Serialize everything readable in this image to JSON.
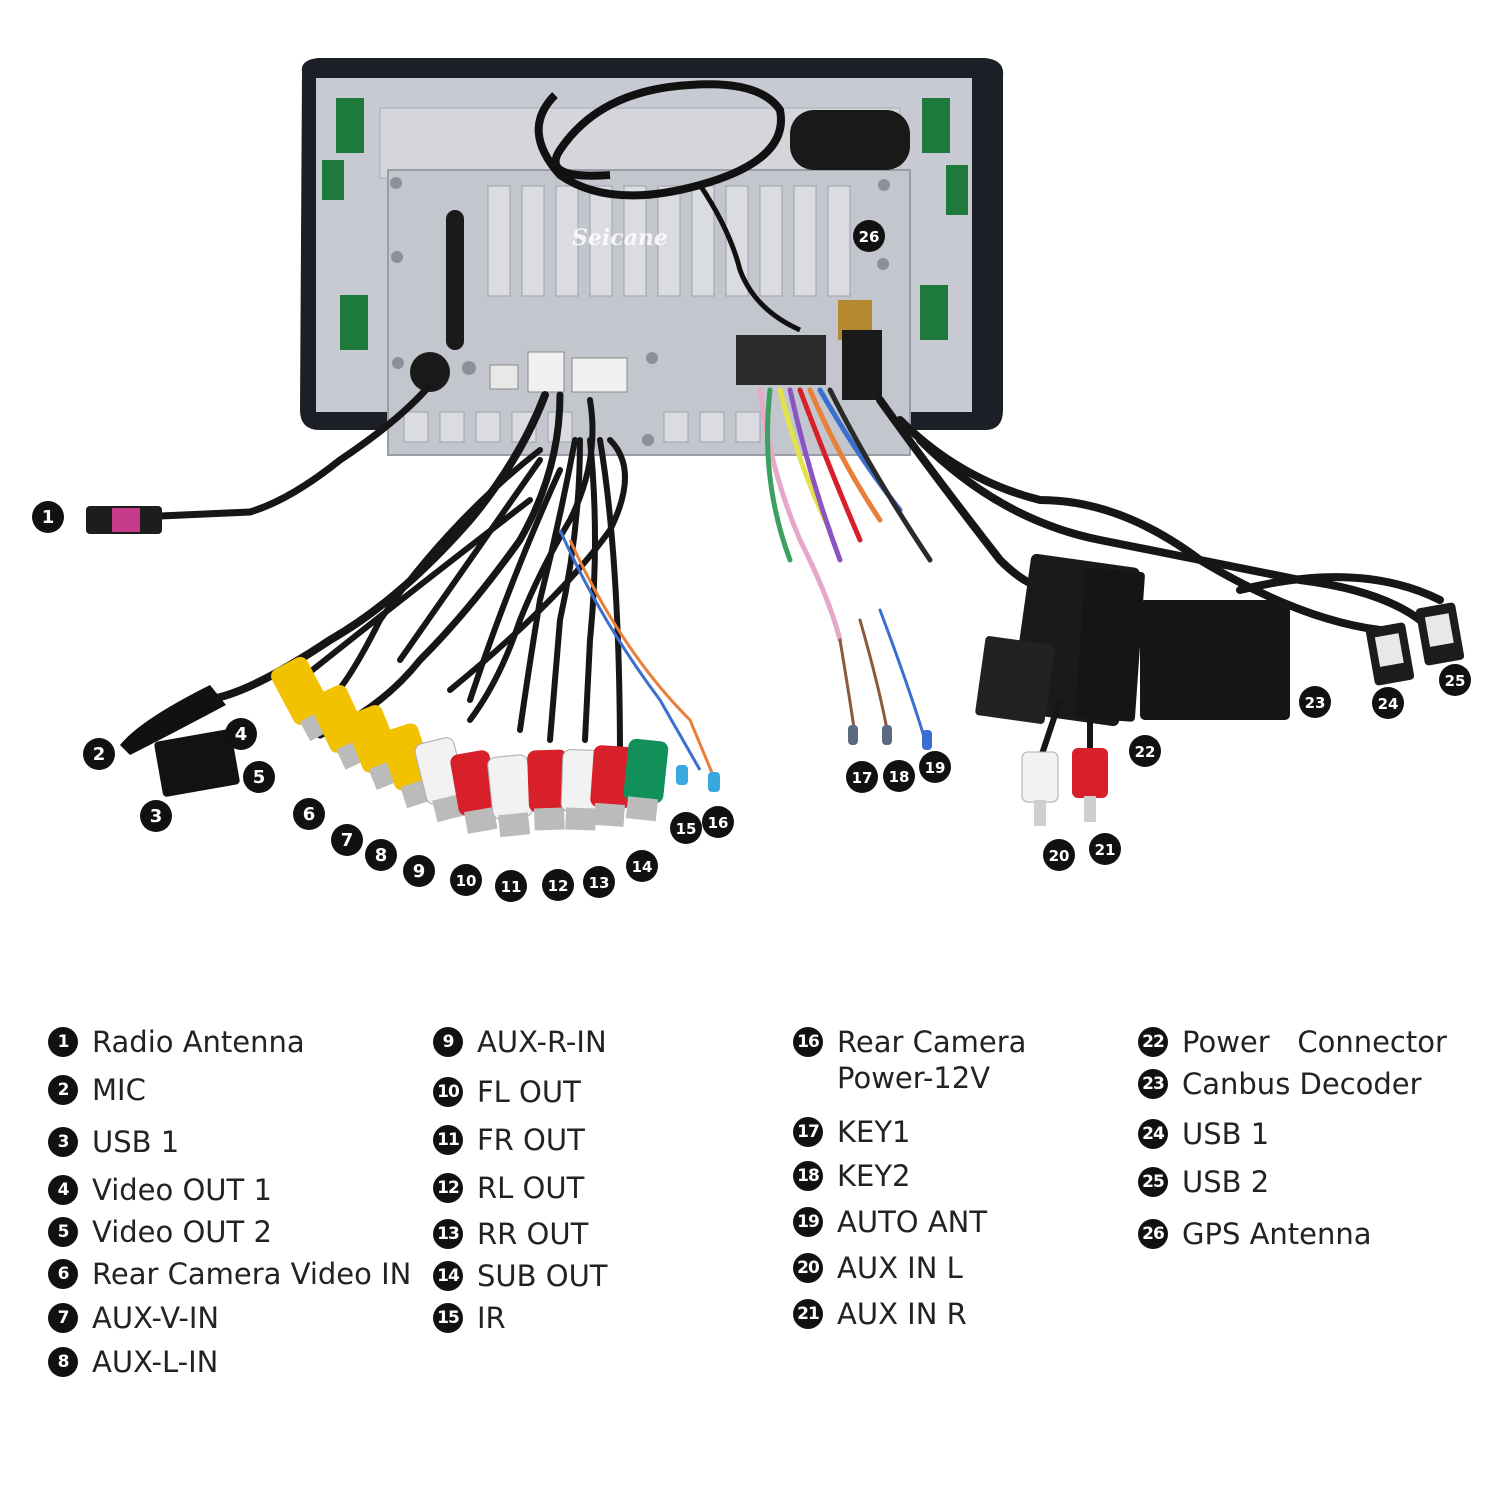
{
  "watermark": "Seicane",
  "callouts": [
    {
      "n": "1"
    },
    {
      "n": "2"
    },
    {
      "n": "3"
    },
    {
      "n": "4"
    },
    {
      "n": "5"
    },
    {
      "n": "6"
    },
    {
      "n": "7"
    },
    {
      "n": "8"
    },
    {
      "n": "9"
    },
    {
      "n": "10"
    },
    {
      "n": "11"
    },
    {
      "n": "12"
    },
    {
      "n": "13"
    },
    {
      "n": "14"
    },
    {
      "n": "15"
    },
    {
      "n": "16"
    },
    {
      "n": "17"
    },
    {
      "n": "18"
    },
    {
      "n": "19"
    },
    {
      "n": "20"
    },
    {
      "n": "21"
    },
    {
      "n": "22"
    },
    {
      "n": "23"
    },
    {
      "n": "24"
    },
    {
      "n": "25"
    },
    {
      "n": "26"
    }
  ],
  "legend": [
    [
      {
        "n": "1",
        "label": "Radio Antenna"
      },
      {
        "n": "2",
        "label": "MIC"
      },
      {
        "n": "3",
        "label": "USB 1"
      },
      {
        "n": "4",
        "label": "Video OUT 1"
      },
      {
        "n": "5",
        "label": "Video OUT 2"
      },
      {
        "n": "6",
        "label": "Rear Camera Video IN"
      },
      {
        "n": "7",
        "label": "AUX-V-IN"
      },
      {
        "n": "8",
        "label": "AUX-L-IN"
      }
    ],
    [
      {
        "n": "9",
        "label": "AUX-R-IN"
      },
      {
        "n": "10",
        "label": "FL OUT"
      },
      {
        "n": "11",
        "label": "FR OUT"
      },
      {
        "n": "12",
        "label": "RL OUT"
      },
      {
        "n": "13",
        "label": "RR OUT"
      },
      {
        "n": "14",
        "label": "SUB OUT"
      },
      {
        "n": "15",
        "label": "IR"
      }
    ],
    [
      {
        "n": "16",
        "label": "Rear Camera",
        "label2": "Power-12V"
      },
      {
        "n": "17",
        "label": "KEY1"
      },
      {
        "n": "18",
        "label": "KEY2"
      },
      {
        "n": "19",
        "label": "AUTO ANT"
      },
      {
        "n": "20",
        "label": "AUX IN L"
      },
      {
        "n": "21",
        "label": "AUX IN R"
      }
    ],
    [
      {
        "n": "22",
        "label": "Power   Connector"
      },
      {
        "n": "23",
        "label": "Canbus Decoder"
      },
      {
        "n": "24",
        "label": "USB 1"
      },
      {
        "n": "25",
        "label": "USB 2"
      },
      {
        "n": "26",
        "label": "GPS Antenna"
      }
    ]
  ],
  "colors": {
    "cable": "#161616",
    "rca_yellow": "#f2c200",
    "rca_red": "#d8202a",
    "rca_white": "#f2f2f2",
    "rca_green": "#12905a",
    "chassis": "#c9ccd3",
    "frame": "#1d1f26",
    "pcb_green": "#1e7a3a"
  }
}
